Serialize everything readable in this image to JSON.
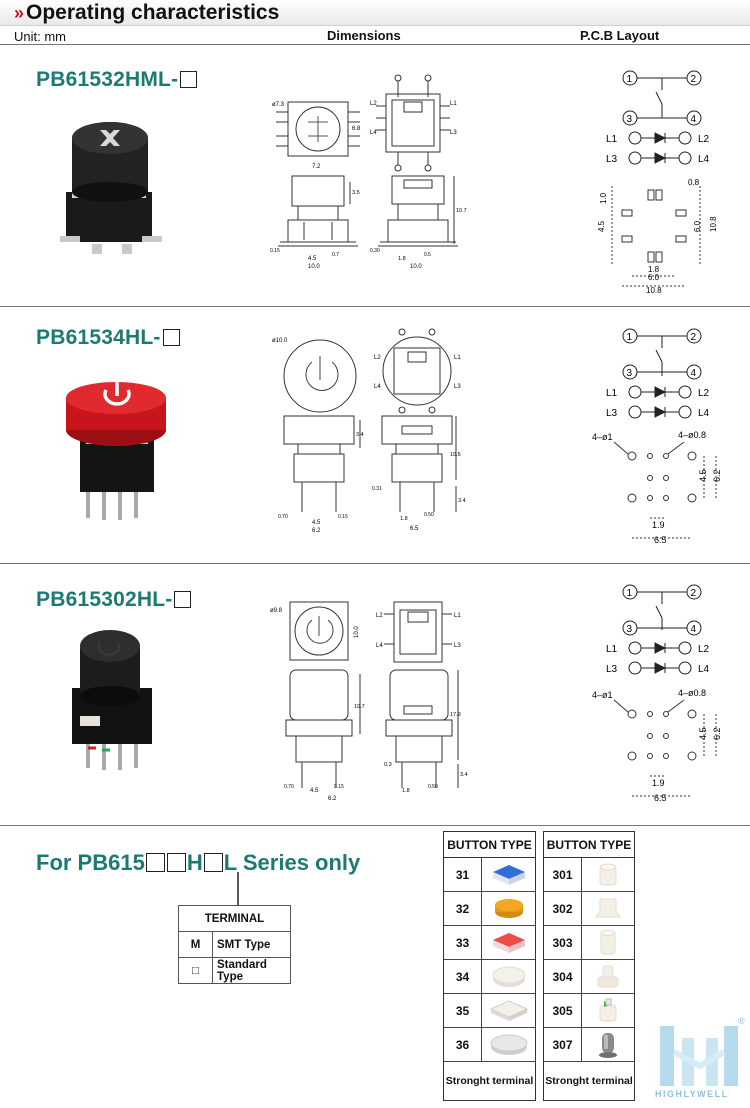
{
  "header": {
    "title": "Operating characteristics",
    "unit": "Unit: mm",
    "col_dimensions": "Dimensions",
    "col_pcb": "P.C.B Layout"
  },
  "products": [
    {
      "model": "PB61532HML-",
      "dims": {
        "phi": "ø7.3",
        "w": "7.2",
        "h": "6.8",
        "a": "3.5",
        "b": "10.7",
        "c": "0.15",
        "d": "4.5",
        "e": "10.0",
        "f": "0.7",
        "g": "0.30",
        "h2": "1.8",
        "i": "0.5",
        "j": "10.0"
      },
      "pcb": {
        "n1": "1",
        "n2": "2",
        "n3": "3",
        "n4": "4",
        "l1": "L1",
        "l2": "L2",
        "l3": "L3",
        "l4": "L4",
        "d1": "0.8",
        "d2": "1.0",
        "d3": "4.5",
        "d4": "6.0",
        "d5": "10.8",
        "d6": "1.8",
        "d7": "6.0",
        "d8": "10.8"
      }
    },
    {
      "model": "PB61534HL-",
      "dims": {
        "phi": "ø10.0",
        "a": "3.4",
        "b": "10.5",
        "c": "0.31",
        "d": "3.4",
        "e": "0.70",
        "f": "4.5",
        "g": "6.2",
        "h": "0.15",
        "i": "1.8",
        "j": "0.50",
        "k": "6.5"
      },
      "pcb": {
        "n1": "1",
        "n2": "2",
        "n3": "3",
        "n4": "4",
        "l1": "L1",
        "l2": "L2",
        "l3": "L3",
        "l4": "L4",
        "h1": "4–ø1",
        "h2": "4–ø0.8",
        "d1": "4.5",
        "d2": "6.2",
        "d3": "1.9",
        "d4": "6.5"
      }
    },
    {
      "model": "PB615302HL-",
      "dims": {
        "phi": "ø9.8",
        "a": "10.0",
        "b": "10.7",
        "c": "17.9",
        "d": "0.3",
        "e": "3.4",
        "f": "0.70",
        "g": "4.5",
        "h": "0.15",
        "i": "6.2",
        "j": "1.8",
        "k": "0.50"
      },
      "pcb": {
        "n1": "1",
        "n2": "2",
        "n3": "3",
        "n4": "4",
        "l1": "L1",
        "l2": "L2",
        "l3": "L3",
        "l4": "L4",
        "h1": "4–ø1",
        "h2": "4–ø0.8",
        "d1": "4.5",
        "d2": "6.2",
        "d3": "1.9",
        "d4": "6.5"
      }
    }
  ],
  "series": {
    "prefix": "For PB615",
    "mid": "H",
    "suffix": "L Series only"
  },
  "terminal": {
    "title": "TERMINAL",
    "rows": [
      {
        "code": "M",
        "desc": "SMT Type"
      },
      {
        "code": "□",
        "desc": "Standard Type"
      }
    ]
  },
  "button_type_left": {
    "title": "BUTTON TYPE",
    "rows": [
      {
        "code": "31",
        "color": "#2f6fd6"
      },
      {
        "code": "32",
        "color": "#f5a623"
      },
      {
        "code": "33",
        "color": "#ee4b4b"
      },
      {
        "code": "34",
        "color": "#f1eee6"
      },
      {
        "code": "35",
        "color": "#f4f1ea"
      },
      {
        "code": "36",
        "color": "#e8e8e8"
      }
    ],
    "footer": "Stronght terminal only"
  },
  "button_type_right": {
    "title": "BUTTON TYPE",
    "rows": [
      {
        "code": "301",
        "color": "#f3efe3"
      },
      {
        "code": "302",
        "color": "#f3efe3"
      },
      {
        "code": "303",
        "color": "#f3efe3"
      },
      {
        "code": "304",
        "color": "#f3efe3"
      },
      {
        "code": "305",
        "color": "#e9f3e9"
      },
      {
        "code": "307",
        "color": "#9a9a9a"
      }
    ],
    "footer": "Stronght terminal only"
  },
  "logo": {
    "text": "HIGHLYWELL",
    "reg": "®"
  },
  "colors": {
    "title_teal": "#1d7a73",
    "accent_red": "#c8102e",
    "logo_blue": "#8fc3df"
  }
}
